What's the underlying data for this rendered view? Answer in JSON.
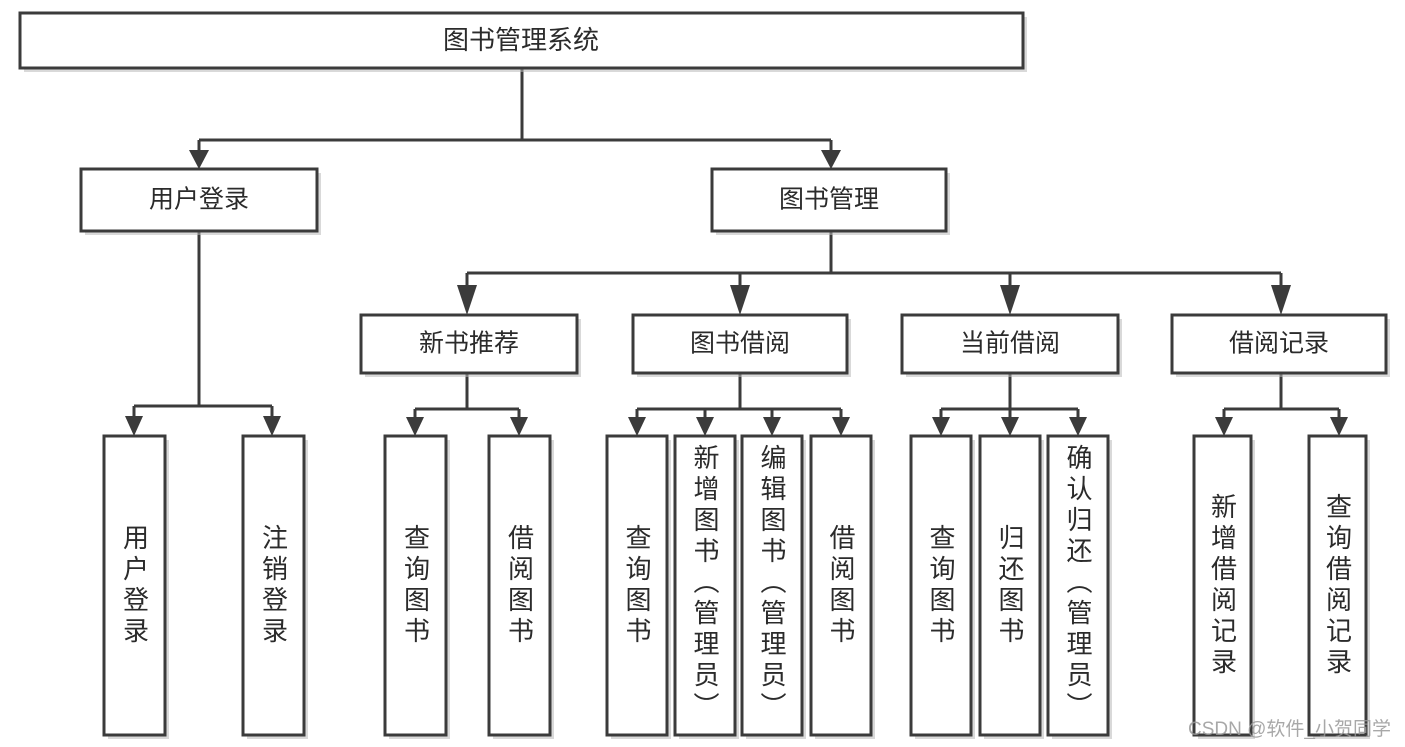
{
  "diagram": {
    "type": "tree-hierarchy-diagram",
    "title": "图书管理系统",
    "orientation": "top-down",
    "box_fill": "#ffffff",
    "box_stroke": "#3b3b3b",
    "text_color": "#2b2b2b",
    "background": "#ffffff"
  },
  "nodes": {
    "root": {
      "label": "图书管理系统",
      "level": 1
    },
    "level2": [
      {
        "label": "用户登录",
        "level": 2
      },
      {
        "label": "图书管理",
        "level": 2
      }
    ],
    "level3": [
      {
        "label": "新书推荐",
        "level": 3
      },
      {
        "label": "图书借阅",
        "level": 3
      },
      {
        "label": "当前借阅",
        "level": 3
      },
      {
        "label": "借阅记录",
        "level": 3
      }
    ],
    "leaves": [
      {
        "label": "用户登录",
        "parent": "用户登录"
      },
      {
        "label": "注销登录",
        "parent": "用户登录"
      },
      {
        "label": "查询图书",
        "parent": "新书推荐"
      },
      {
        "label": "借阅图书",
        "parent": "新书推荐"
      },
      {
        "label": "查询图书",
        "parent": "图书借阅"
      },
      {
        "label": "新增图书（管理员）",
        "parent": "图书借阅"
      },
      {
        "label": "编辑图书（管理员）",
        "parent": "图书借阅"
      },
      {
        "label": "借阅图书",
        "parent": "图书借阅"
      },
      {
        "label": "查询图书",
        "parent": "当前借阅"
      },
      {
        "label": "归还图书",
        "parent": "当前借阅"
      },
      {
        "label": "确认归还（管理员）",
        "parent": "当前借阅"
      },
      {
        "label": "新增借阅记录",
        "parent": "借阅记录"
      },
      {
        "label": "查询借阅记录",
        "parent": "借阅记录"
      }
    ]
  },
  "watermark": {
    "text": "CSDN @软件_小贺同学"
  }
}
